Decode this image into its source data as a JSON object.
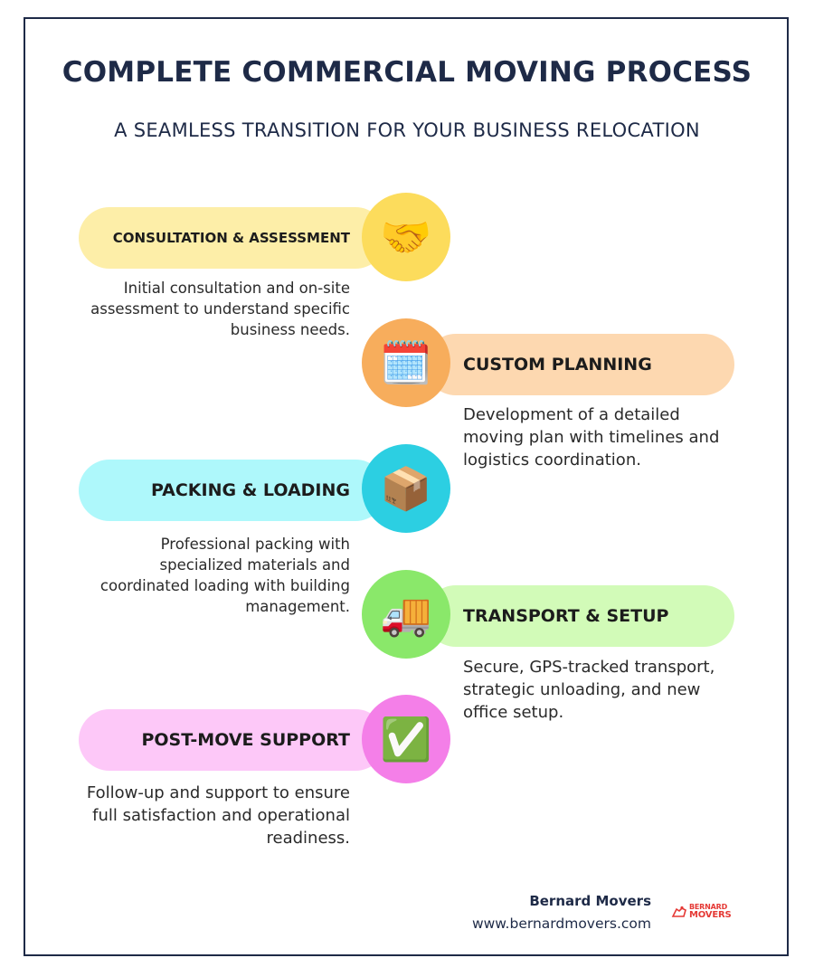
{
  "header": {
    "title": "COMPLETE COMMERCIAL MOVING PROCESS",
    "subtitle": "A SEAMLESS TRANSITION FOR YOUR BUSINESS RELOCATION"
  },
  "steps": [
    {
      "label": "CONSULTATION & ASSESSMENT",
      "icon": "handshake-icon",
      "glyph": "🤝",
      "side": "left",
      "pill_color": "#fdeea8",
      "circle_color": "#fcdc5c",
      "description": "Initial consultation and on-site assessment to understand specific business needs."
    },
    {
      "label": "CUSTOM PLANNING",
      "icon": "calendar-icon",
      "glyph": "🗓️",
      "side": "right",
      "pill_color": "#fdd8b0",
      "circle_color": "#f7ad5c",
      "description": "Development of a detailed moving plan with timelines and logistics coordination."
    },
    {
      "label": "PACKING & LOADING",
      "icon": "package-icon",
      "glyph": "📦",
      "side": "left",
      "pill_color": "#aef8fb",
      "circle_color": "#2ccfe2",
      "description": "Professional packing with specialized materials and coordinated loading with building management."
    },
    {
      "label": "TRANSPORT & SETUP",
      "icon": "truck-icon",
      "glyph": "🚚",
      "side": "right",
      "pill_color": "#d2fbb8",
      "circle_color": "#8ae86a",
      "description": "Secure, GPS-tracked transport, strategic unloading, and new office setup."
    },
    {
      "label": "POST-MOVE SUPPORT",
      "icon": "check-mark-icon",
      "glyph": "✅",
      "side": "left",
      "pill_color": "#fdc8f8",
      "circle_color": "#f47fe8",
      "description": "Follow-up and support to ensure full satisfaction and operational readiness."
    }
  ],
  "footer": {
    "company": "Bernard Movers",
    "website": "www.bernardmovers.com",
    "logo_line1": "BERNARD",
    "logo_line2": "MOVERS",
    "logo_color": "#e53935"
  },
  "colors": {
    "navy": "#1e2a47",
    "text": "#1c1c1c"
  }
}
